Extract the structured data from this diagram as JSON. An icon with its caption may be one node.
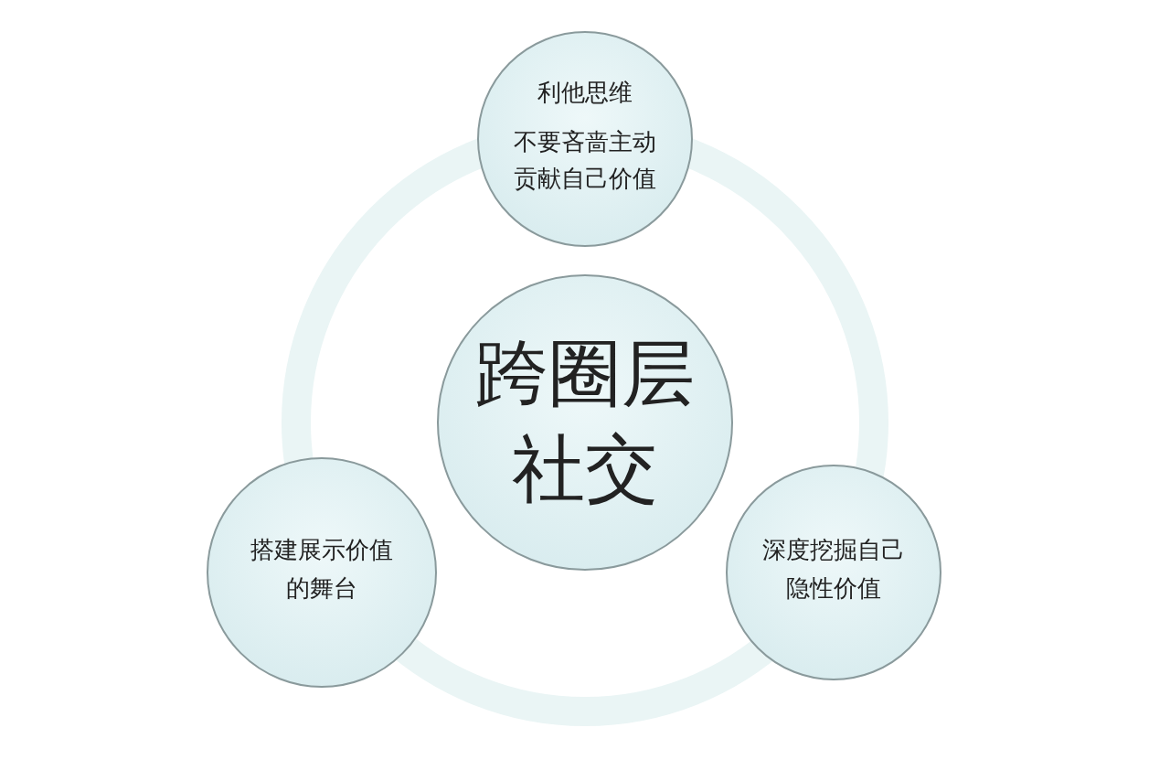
{
  "diagram": {
    "nodes": [
      {
        "text": [
          "跨圈层社交"
        ]
      },
      {
        "text": [
          "利他思维",
          "不要吝啬主动贡献自己价值"
        ]
      },
      {
        "text": [
          "搭建展示价值的舞台"
        ]
      },
      {
        "text": [
          "深度挖掘自己隐性价值"
        ]
      }
    ]
  }
}
